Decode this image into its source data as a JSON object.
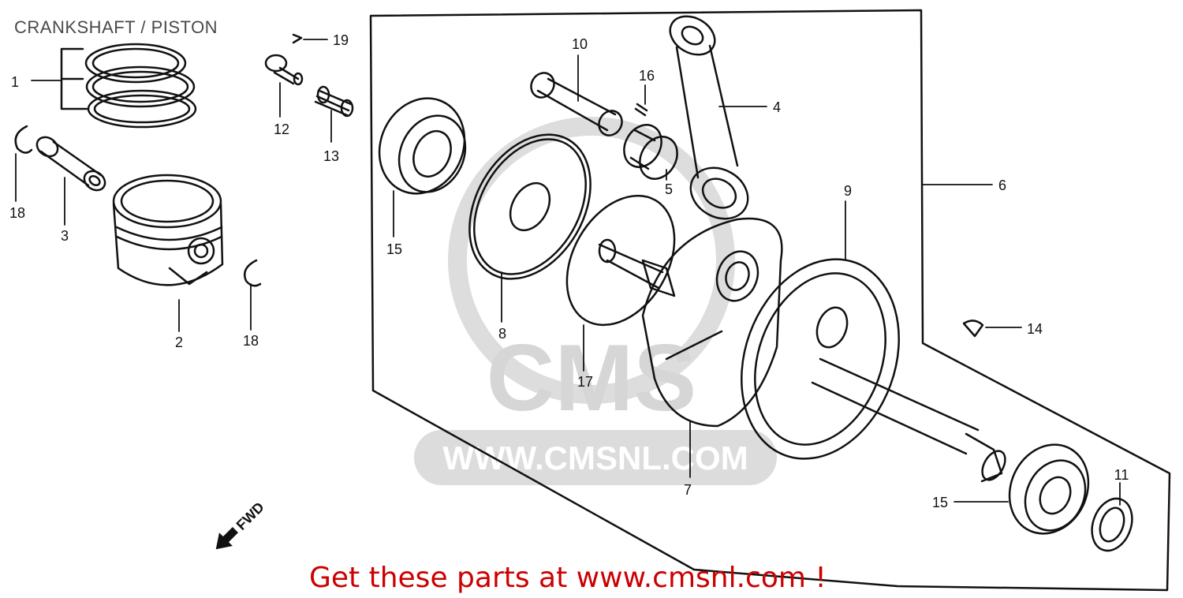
{
  "title": "CRANKSHAFT / PISTON",
  "cta": "Get these parts at www.cmsnl.com !",
  "watermark": {
    "logo": "CMS",
    "url": "WWW.CMSNL.COM"
  },
  "direction_label": "FWD",
  "callouts": [
    "1",
    "2",
    "3",
    "4",
    "5",
    "6",
    "7",
    "8",
    "9",
    "10",
    "11",
    "12",
    "13",
    "14",
    "15",
    "15",
    "16",
    "17",
    "18",
    "18",
    "19"
  ],
  "colors": {
    "line": "#111111",
    "cta": "#cc0000",
    "watermark": "#d4d4d4",
    "title": "#4a4a4a"
  }
}
